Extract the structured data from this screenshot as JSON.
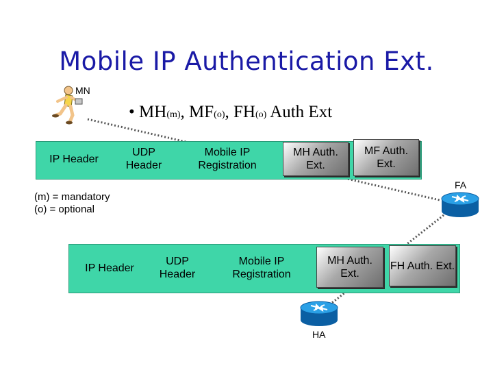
{
  "title": "Mobile IP Authentication Ext.",
  "bullet": {
    "marker": "•",
    "parts": [
      {
        "text": "MH",
        "sub": "(m)"
      },
      {
        "text": ", MF",
        "sub": "(o)"
      },
      {
        "text": ", FH",
        "sub": "(o)"
      },
      {
        "text": " Auth Ext",
        "sub": ""
      }
    ]
  },
  "nodes": {
    "mn": "MN",
    "fa": "FA",
    "ha": "HA"
  },
  "legend": {
    "mandatory": "(m) = mandatory",
    "optional": "(o) = optional"
  },
  "packet_top": {
    "ip_header": "IP Header",
    "udp_header": "UDP Header",
    "registration": "Mobile IP Registration",
    "mh_auth": "MH Auth. Ext.",
    "mf_auth": "MF Auth. Ext."
  },
  "packet_bottom": {
    "ip_header": "IP Header",
    "udp_header": "UDP Header",
    "registration": "Mobile IP Registration",
    "mh_auth": "MH Auth. Ext.",
    "fh_auth": "FH Auth. Ext."
  },
  "colors": {
    "title": "#1a1aa6",
    "packet_green": "#3fd6a8",
    "router_blue": "#1a8fd6",
    "link_dots": "#555555"
  },
  "icons": {
    "mobile_host": "running-person-with-laptop-icon",
    "router": "router-icon"
  }
}
